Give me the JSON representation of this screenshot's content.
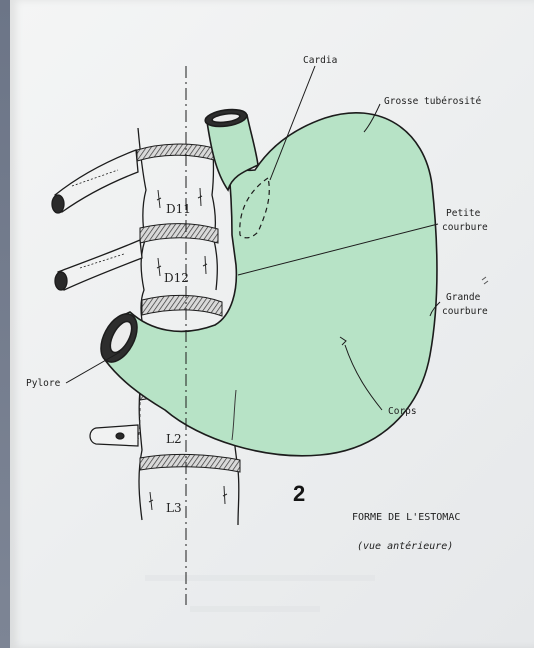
{
  "colors": {
    "stomach_fill": "#b7e3c6",
    "ink": "#1c1c1c",
    "paper": "#eef0f1",
    "band": "#6e6e6e"
  },
  "labels": {
    "cardia": "Cardia",
    "grosse_tuberosite": "Grosse tubérosité",
    "petite_courbure_1": "Petite",
    "petite_courbure_2": "courbure",
    "grande_courbure_1": "Grande",
    "grande_courbure_2": "courbure",
    "pylore": "Pylore",
    "corps": "Corps"
  },
  "vertebrae": {
    "d11": "D11",
    "d12": "D12",
    "l2": "L2",
    "l3": "L3"
  },
  "figure": {
    "number": "2",
    "caption_title": "FORME DE L'ESTOMAC",
    "caption_subtitle": "(vue antérieure)"
  }
}
